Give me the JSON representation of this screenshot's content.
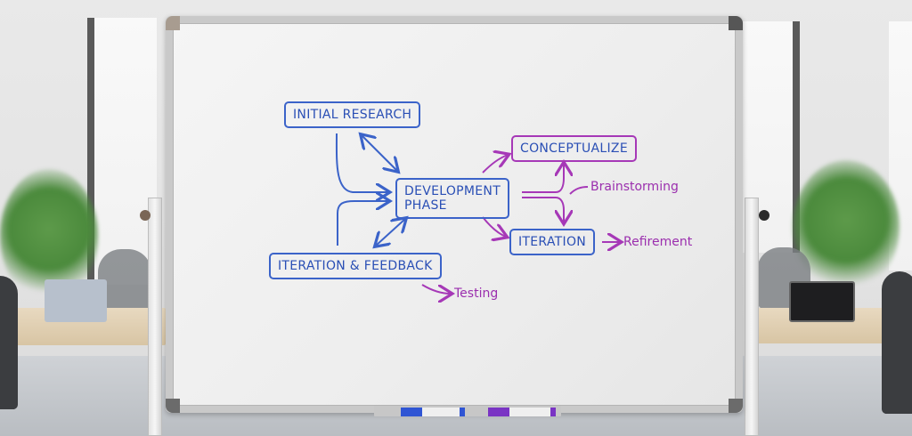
{
  "scene": {
    "description": "Office room with a mobile whiteboard showing a hand-drawn development process diagram",
    "colors": {
      "blue_marker": "#3b63c9",
      "purple_marker": "#a638b7",
      "board_surface": "#f0f0f0",
      "frame": "#c9c9c9"
    }
  },
  "whiteboard": {
    "boxes": {
      "initial_research": "INITIAL RESEARCH",
      "development_phase_line1": "DEVELOPMENT",
      "development_phase_line2": "PHASE",
      "conceptualize": "CONCEPTUALIZE",
      "iteration": "ITERATION",
      "iteration_feedback": "ITERATION & FEEDBACK"
    },
    "notes": {
      "brainstorming": "Brainstorming",
      "refinement": "Refirement",
      "testing": "Testing"
    },
    "markers": [
      {
        "name": "blue-marker",
        "color": "#2f55d4"
      },
      {
        "name": "purple-marker",
        "color": "#7a34c4"
      }
    ]
  }
}
